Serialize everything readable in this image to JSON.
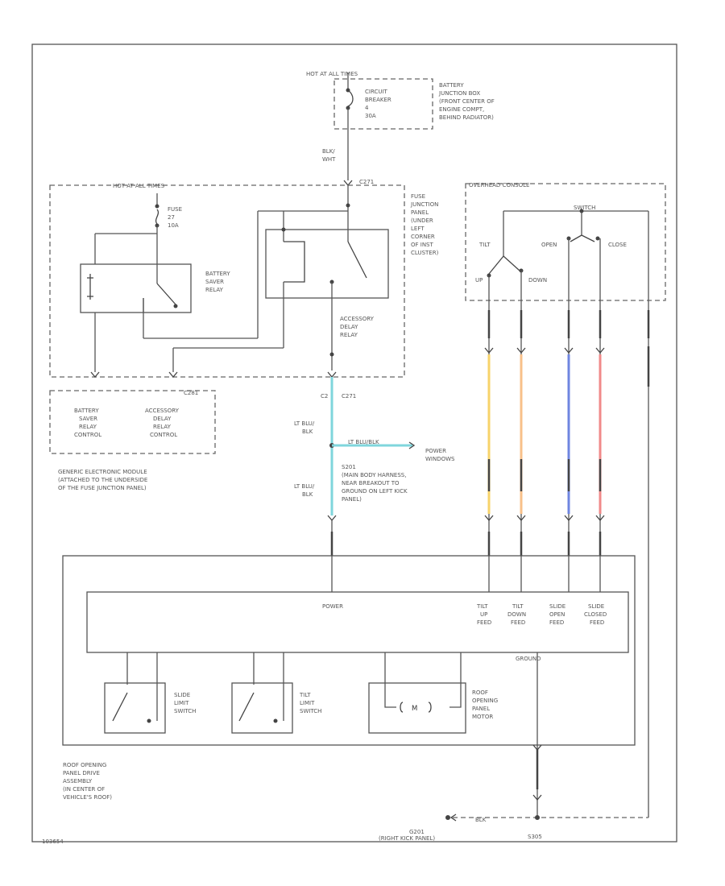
{
  "labels": {
    "hot_at_all_times_top": "HOT AT ALL TIMES",
    "circuit_breaker": [
      "CIRCUIT",
      "BREAKER",
      "4",
      "30A"
    ],
    "battery_junction_box": [
      "BATTERY",
      "JUNCTION BOX",
      "(FRONT CENTER OF",
      "ENGINE COMPT,",
      "BEHIND RADIATOR)"
    ],
    "wire_top": [
      "BLK/",
      "WHT"
    ],
    "c271": "C271",
    "fuse_junction_panel": [
      "FUSE",
      "JUNCTION",
      "PANEL",
      "(UNDER",
      "LEFT",
      "CORNER",
      "OF INST",
      "CLUSTER)"
    ],
    "hot_at_all_times_fjp": "HOT AT ALL TIMES",
    "fuse": [
      "FUSE",
      "27",
      "10A"
    ],
    "battery_saver_relay": [
      "BATTERY",
      "SAVER",
      "RELAY"
    ],
    "accessory_delay_relay": [
      "ACCESSORY",
      "DELAY",
      "RELAY"
    ],
    "c2_conn": "C2",
    "c_conn": "C271",
    "gem_pins": [
      "BATTERY",
      "SAVER",
      "RELAY",
      "CONTROL"
    ],
    "gem_pins2": [
      "ACCESSORY",
      "DELAY",
      "RELAY",
      "CONTROL"
    ],
    "c281": "C281",
    "gem_note": [
      "GENERIC ELECTRONIC MODULE",
      "(ATTACHED TO THE UNDERSIDE",
      "OF THE FUSE JUNCTION PANEL)"
    ],
    "wire_ltblu_1": [
      "LT BLU/",
      "BLK"
    ],
    "wire_ltblu_2": [
      "LT BLU/",
      "BLK"
    ],
    "splice_wire": "LT BLU/BLK",
    "power_windows": [
      "POWER",
      "WINDOWS"
    ],
    "s201": [
      "S201",
      "(MAIN BODY HARNESS,",
      "NEAR BREAKOUT TO",
      "GROUND ON LEFT KICK",
      "PANEL)"
    ],
    "overhead_console": "OVERHEAD CONSOLE",
    "switch": "SWITCH",
    "tilt": "TILT",
    "open": "OPEN",
    "close": "CLOSE",
    "up": "UP",
    "down": "DOWN",
    "module_power": "POWER",
    "tilt_up_feed": [
      "TILT",
      "UP",
      "FEED"
    ],
    "tilt_down_feed": [
      "TILT",
      "DOWN",
      "FEED"
    ],
    "slide_open_feed": [
      "SLIDE",
      "OPEN",
      "FEED"
    ],
    "slide_closed_feed": [
      "SLIDE",
      "CLOSED",
      "FEED"
    ],
    "ground": "GROUND",
    "slide_limit_switch": [
      "SLIDE",
      "LIMIT",
      "SWITCH"
    ],
    "tilt_limit_switch": [
      "TILT",
      "LIMIT",
      "SWITCH"
    ],
    "motor": [
      "ROOF",
      "OPENING",
      "PANEL",
      "MOTOR"
    ],
    "motor_symbol": "M",
    "drive_assembly": [
      "ROOF OPENING",
      "PANEL DRIVE",
      "ASSEMBLY",
      "(IN CENTER OF",
      "VEHICLE'S ROOF)"
    ],
    "g201": [
      "G201",
      "(RIGHT KICK PANEL)"
    ],
    "blk": "BLK",
    "s305": "S305",
    "figure_id": "103654"
  },
  "colors": {
    "lt_blu_blk": "#7fd6dc",
    "yellow": "#f7d36a",
    "orange": "#f8c08a",
    "blue": "#6f86e0",
    "red": "#f08a8a",
    "ink": "#555555"
  }
}
